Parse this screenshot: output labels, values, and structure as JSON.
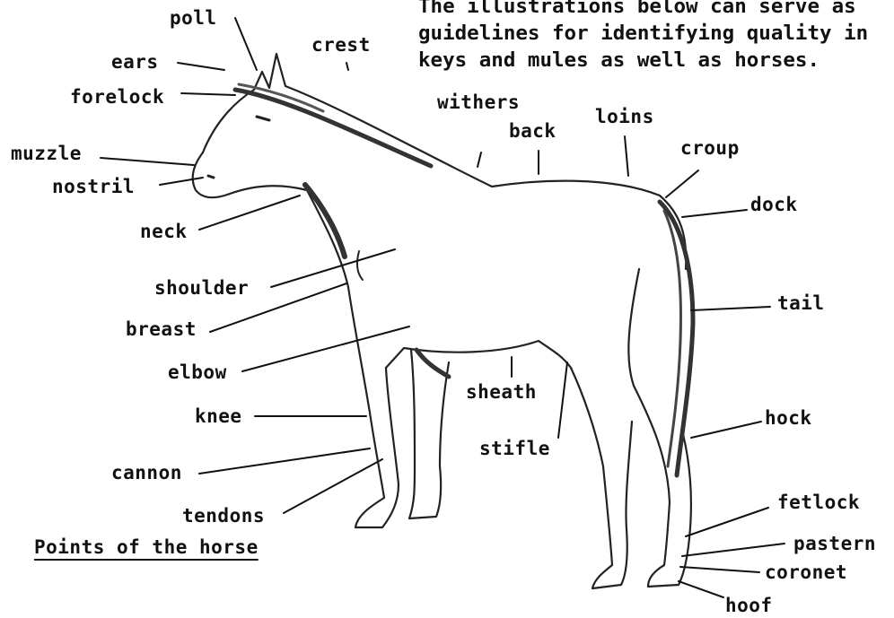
{
  "intro": [
    "The illustrations below can serve as",
    "guidelines for identifying quality in",
    "keys and mules as well as horses."
  ],
  "caption": "Points of the horse",
  "labels": {
    "poll": "poll",
    "ears": "ears",
    "crest": "crest",
    "forelock": "forelock",
    "muzzle": "muzzle",
    "nostril": "nostril",
    "neck": "neck",
    "withers": "withers",
    "back": "back",
    "loins": "loins",
    "croup": "croup",
    "dock": "dock",
    "shoulder": "shoulder",
    "tail": "tail",
    "breast": "breast",
    "elbow": "elbow",
    "sheath": "sheath",
    "knee": "knee",
    "hock": "hock",
    "stifle": "stifle",
    "cannon": "cannon",
    "tendons": "tendons",
    "fetlock": "fetlock",
    "pastern": "pastern",
    "coronet": "coronet",
    "hoof": "hoof"
  }
}
